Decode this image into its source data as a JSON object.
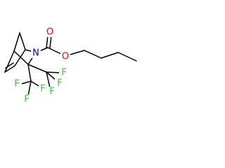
{
  "molecule": {
    "colors": {
      "carbon_bond": "#000000",
      "nitrogen": "#0000ff",
      "oxygen": "#ff0000",
      "fluorine": "#33cc33"
    },
    "atoms": {
      "n_ring": "N",
      "o_carbonyl": "O",
      "o_ester": "O",
      "f1": "F",
      "f2": "F",
      "f3": "F",
      "f4": "F",
      "f5": "F",
      "f6": "F"
    }
  }
}
